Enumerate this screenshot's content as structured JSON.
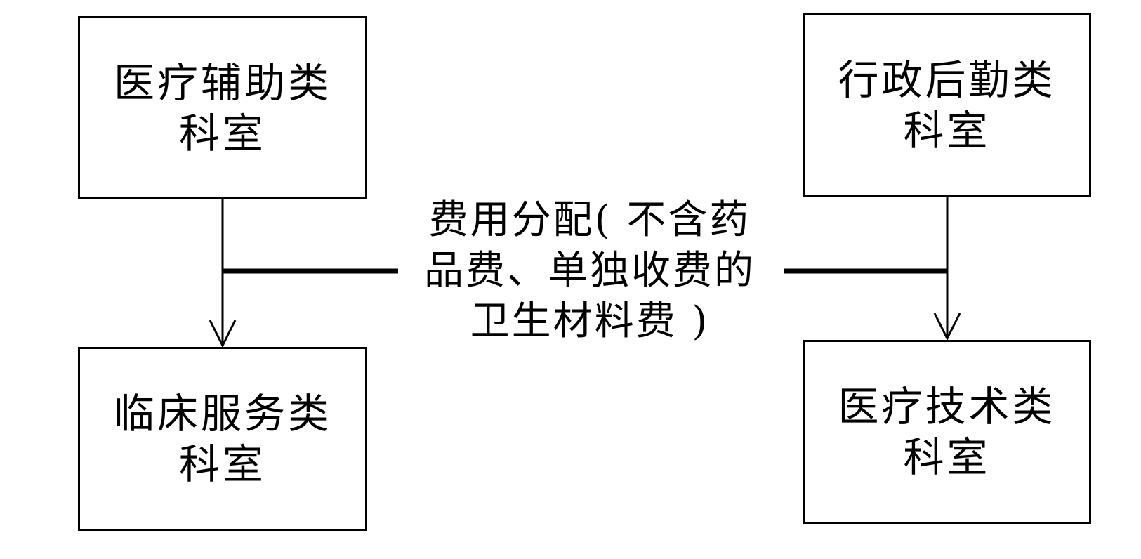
{
  "diagram": {
    "nodes": {
      "medical_aux": "医疗辅助类\n科室",
      "admin_logistics": "行政后勤类\n科室",
      "clinical_service": "临床服务类\n科室",
      "medical_tech": "医疗技术类\n科室"
    },
    "edge_label": "费用分配( 不含药\n品费、单独收费的\n卫生材料费 )",
    "edges": [
      {
        "from": "medical_aux",
        "to": "clinical_service"
      },
      {
        "from": "admin_logistics",
        "to": "medical_tech"
      }
    ],
    "colors": {
      "stroke": "#000000",
      "background": "#ffffff"
    }
  }
}
